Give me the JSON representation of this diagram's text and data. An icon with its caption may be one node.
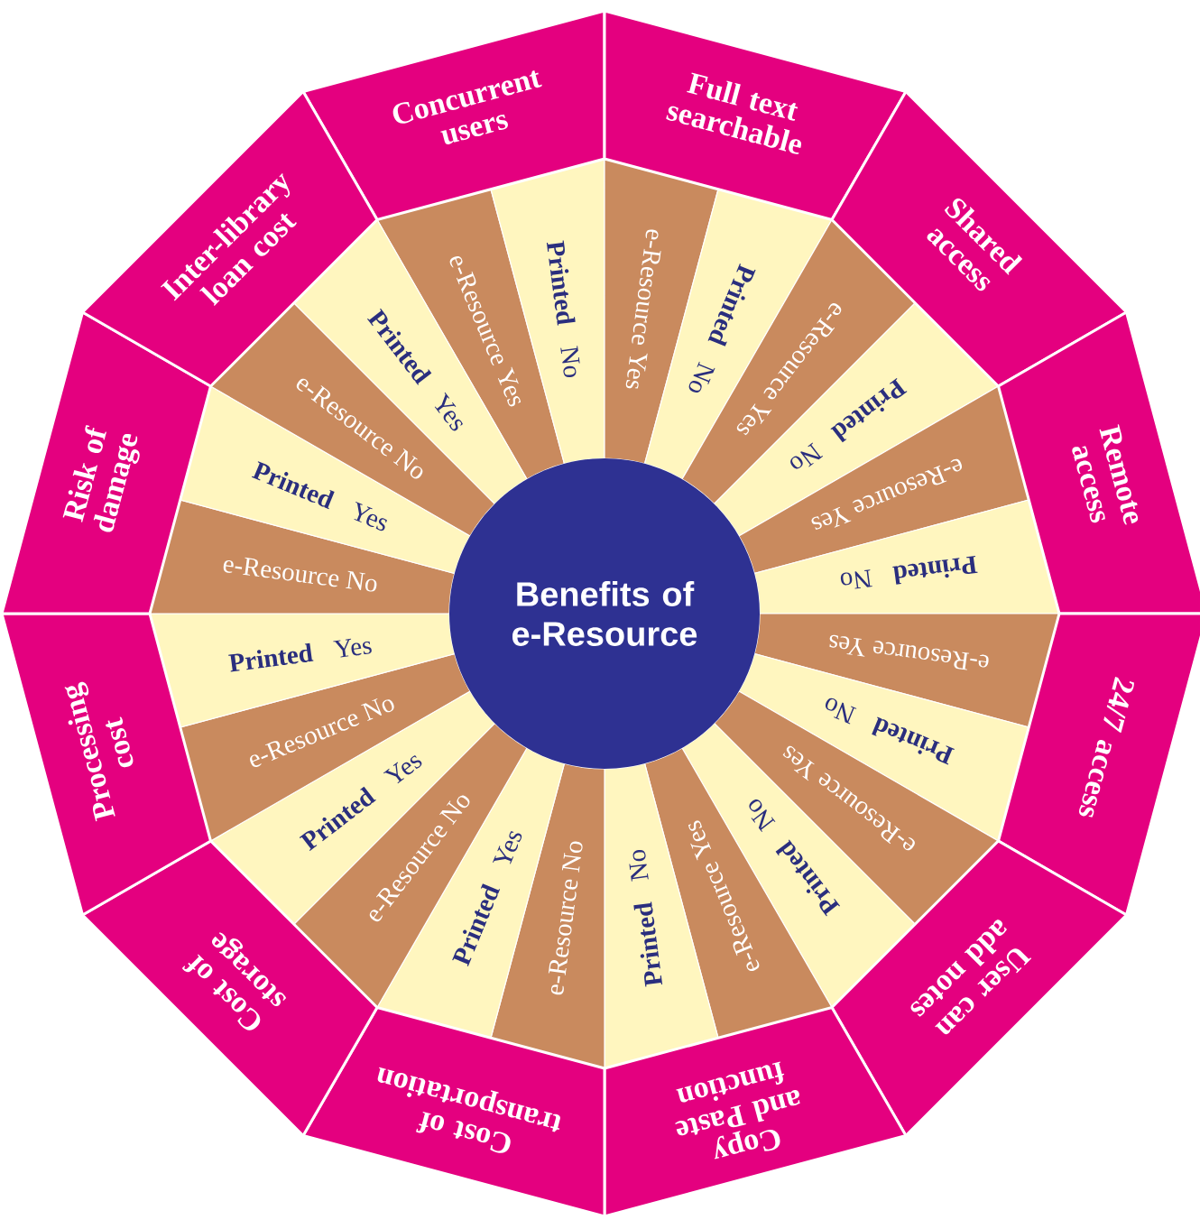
{
  "diagram": {
    "nodes": [
      {
        "text": [
          "Benefits of e-Resource"
        ]
      },
      {
        "text": [
          "Concurrent users"
        ]
      },
      {
        "text": [
          "Full text searchable"
        ]
      },
      {
        "text": [
          "Shared access"
        ]
      },
      {
        "text": [
          "Remote access"
        ]
      },
      {
        "text": [
          "24/7 access"
        ]
      },
      {
        "text": [
          "User can add notes"
        ]
      },
      {
        "text": [
          "Copy and Paste function"
        ]
      },
      {
        "text": [
          "Cost of transportation"
        ]
      },
      {
        "text": [
          "Cost of storage"
        ]
      },
      {
        "text": [
          "Processing cost"
        ]
      },
      {
        "text": [
          "Risk of damage"
        ]
      },
      {
        "text": [
          "Inter-library loan cost"
        ]
      },
      {
        "text": [
          "e-Resource Yes"
        ]
      },
      {
        "text": [
          "**Printed** No"
        ]
      },
      {
        "text": [
          "e-Resource Yes"
        ]
      },
      {
        "text": [
          "**Printed** No"
        ]
      },
      {
        "text": [
          "e-Resource Yes"
        ]
      },
      {
        "text": [
          "**Printed** No"
        ]
      },
      {
        "text": [
          "e-Resource Yes"
        ]
      },
      {
        "text": [
          "**Printed** No"
        ]
      },
      {
        "text": [
          "e-Resource Yes"
        ]
      },
      {
        "text": [
          "**Printed** No"
        ]
      },
      {
        "text": [
          "e-Resource Yes"
        ]
      },
      {
        "text": [
          "**Printed** No"
        ]
      },
      {
        "text": [
          "e-Resource Yes"
        ]
      },
      {
        "text": [
          "**Printed** No"
        ]
      },
      {
        "text": [
          "e-Resource No"
        ]
      },
      {
        "text": [
          "**Printed** Yes"
        ]
      },
      {
        "text": [
          "e-Resource No"
        ]
      },
      {
        "text": [
          "**Printed** Yes"
        ]
      },
      {
        "text": [
          "e-Resource No"
        ]
      },
      {
        "text": [
          "**Printed** Yes"
        ]
      },
      {
        "text": [
          "e-Resource No"
        ]
      },
      {
        "text": [
          "**Printed** Yes"
        ]
      },
      {
        "text": [
          "e-Resource No"
        ]
      },
      {
        "text": [
          "**Printed** Yes"
        ]
      }
    ]
  }
}
